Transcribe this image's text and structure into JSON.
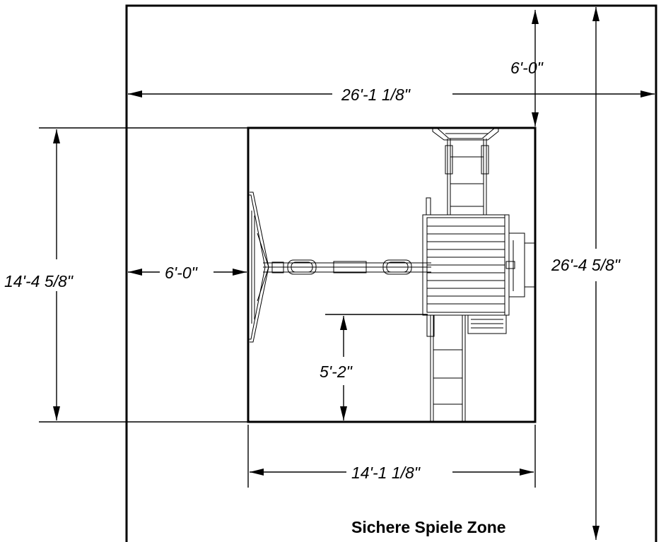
{
  "dimensions": {
    "top_clearance": "6'-0\"",
    "overall_width": "26'-1 1/8\"",
    "overall_depth": "26'-4 5/8\"",
    "set_depth": "14'-4 5/8\"",
    "left_clearance": "6'-0\"",
    "slide_offset": "5'-2\"",
    "set_width": "14'-1 1/8\""
  },
  "zone_label": "Sichere Spiele Zone"
}
